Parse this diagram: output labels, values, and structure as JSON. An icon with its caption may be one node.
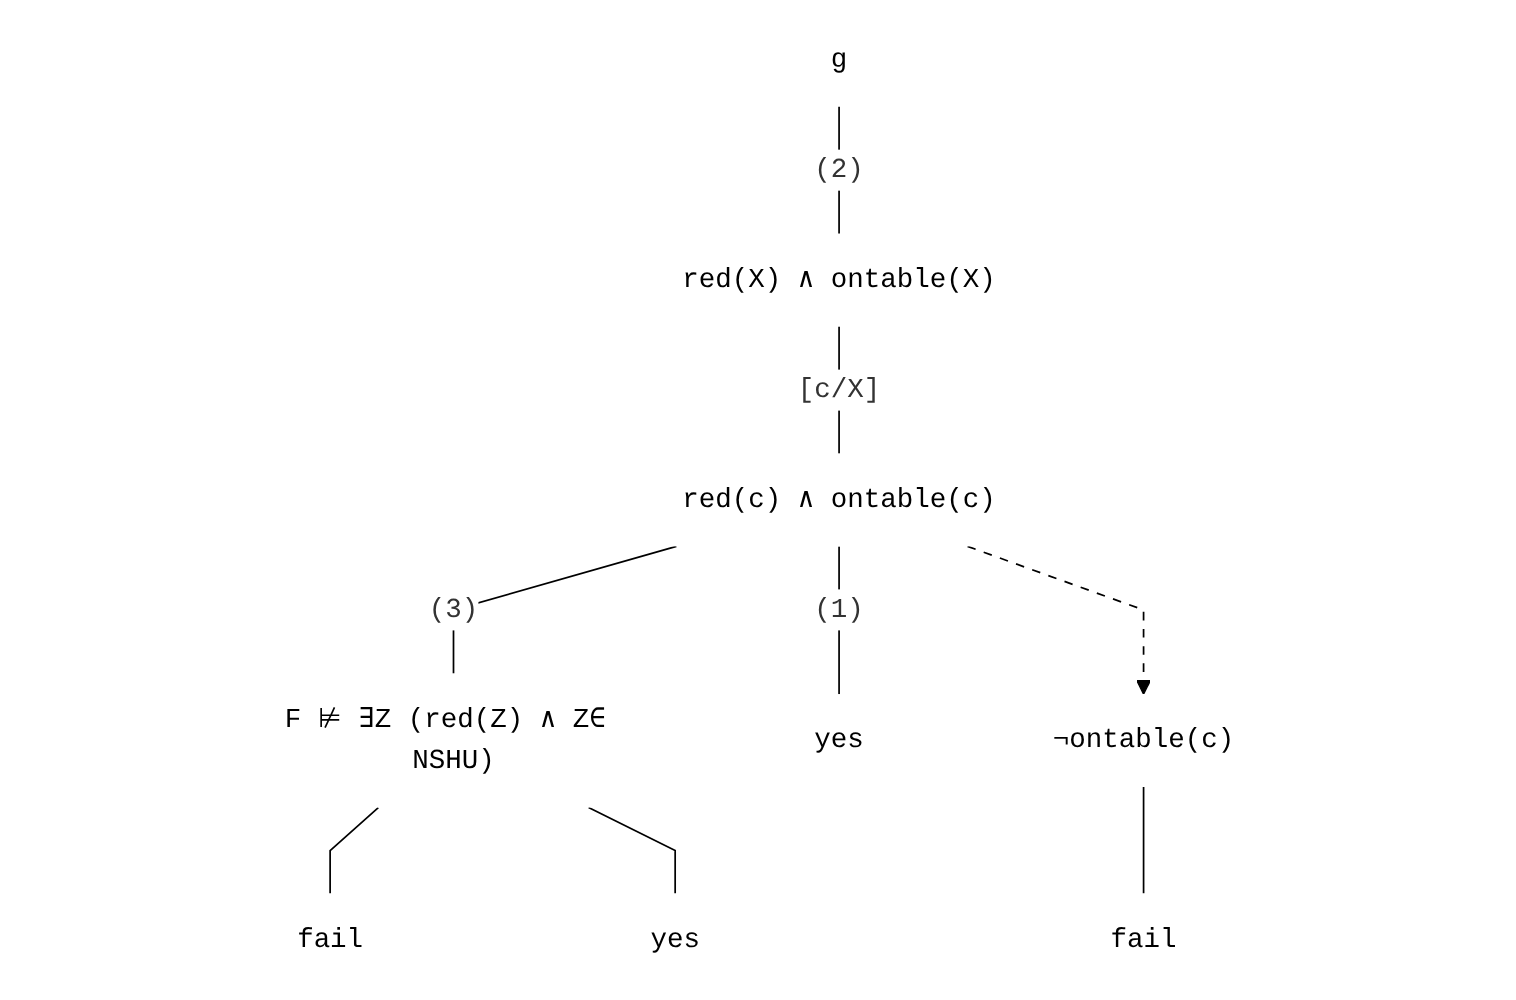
{
  "diagram": {
    "nodes": [
      {
        "text": [
          "g"
        ]
      },
      {
        "text": [
          "red(X) ∧ ontable(X)"
        ]
      },
      {
        "text": [
          "red(c) ∧ ontable(c)"
        ]
      },
      {
        "text": [
          "F ⊭ ∃Z (red(Z) ∧ Z∈ NSHU)"
        ]
      },
      {
        "text": [
          "yes"
        ]
      },
      {
        "text": [
          "¬ontable(c)"
        ]
      },
      {
        "text": [
          "fail"
        ]
      },
      {
        "text": [
          "yes"
        ]
      },
      {
        "text": [
          "fail"
        ]
      }
    ],
    "edges": [
      {
        "from": 0,
        "to": 1,
        "arrow": "none",
        "label": "(2)"
      },
      {
        "from": 1,
        "to": 2,
        "arrow": "none",
        "label": "[c/X]"
      },
      {
        "from": 2,
        "to": 3,
        "arrow": "none",
        "label": "(3)"
      },
      {
        "from": 2,
        "to": 4,
        "arrow": "none",
        "label": "(1)"
      },
      {
        "from": 2,
        "to": 5,
        "arrow": "to",
        "style": "dashed"
      },
      {
        "from": 3,
        "to": 6,
        "arrow": "none"
      },
      {
        "from": 3,
        "to": 7,
        "arrow": "none"
      },
      {
        "from": 5,
        "to": 8,
        "arrow": "none"
      }
    ]
  }
}
